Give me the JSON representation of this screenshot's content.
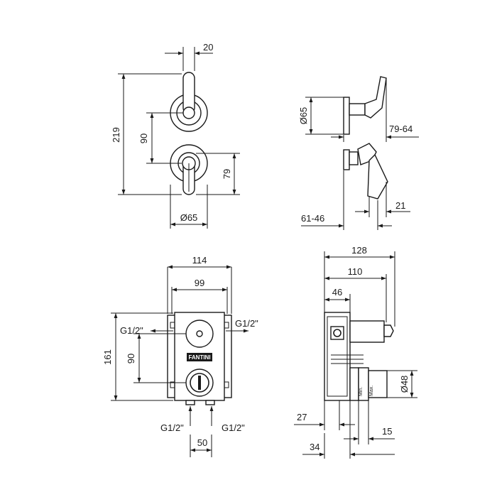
{
  "dimensions": {
    "front_handle_width": "20",
    "front_total_height": "219",
    "front_center_spacing": "90",
    "front_lower_height": "79",
    "front_diameter": "Ø65",
    "side_diameter": "Ø65",
    "side_depth_upper": "79-64",
    "side_handle_offset": "21",
    "side_depth_lower": "61-46",
    "box_outer_width": "114",
    "box_inner_width": "99",
    "box_height": "161",
    "box_center_spacing": "90",
    "box_inlet_spacing": "50",
    "box_depth_total": "128",
    "box_depth_110": "110",
    "box_depth_46": "46",
    "box_depth_27": "27",
    "box_depth_34": "34",
    "box_depth_15": "15",
    "box_spout_diameter": "Ø48"
  },
  "connections": {
    "left_outlet": "G1/2\"",
    "right_outlet": "G1/2\"",
    "bottom_left_inlet": "G1/2\"",
    "bottom_right_inlet": "G1/2\""
  },
  "labels": {
    "brand": "FANTINI",
    "min": "Min.",
    "max": "Max."
  },
  "icons": {
    "front_view": "mixer-front-view-icon",
    "side_view": "mixer-side-view-icon",
    "box_front": "concealed-box-front-icon",
    "box_side": "concealed-box-side-icon"
  }
}
